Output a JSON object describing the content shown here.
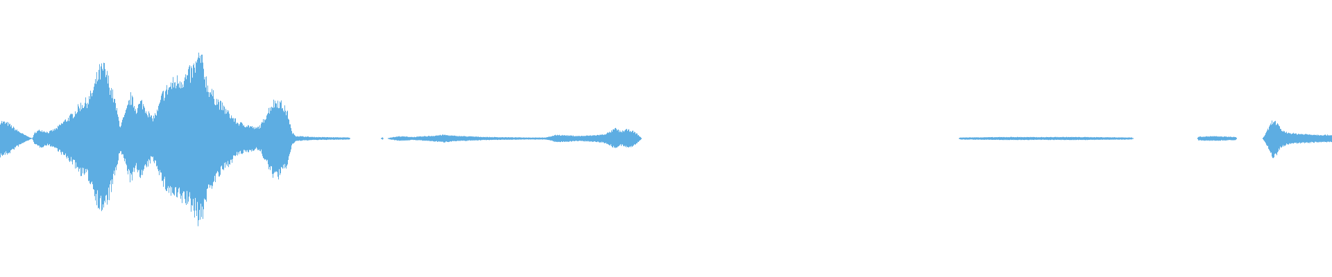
{
  "waveform": {
    "color": "#5dade2",
    "background": "#ffffff",
    "amplitude_envelope": [
      [
        0.0,
        0.14
      ],
      [
        0.006,
        0.12
      ],
      [
        0.012,
        0.07
      ],
      [
        0.018,
        0.03
      ],
      [
        0.022,
        0.01
      ],
      [
        0.024,
        0.0
      ],
      [
        0.026,
        0.05
      ],
      [
        0.03,
        0.07
      ],
      [
        0.036,
        0.05
      ],
      [
        0.042,
        0.08
      ],
      [
        0.048,
        0.14
      ],
      [
        0.054,
        0.19
      ],
      [
        0.06,
        0.27
      ],
      [
        0.066,
        0.31
      ],
      [
        0.07,
        0.4
      ],
      [
        0.074,
        0.54
      ],
      [
        0.078,
        0.57
      ],
      [
        0.082,
        0.45
      ],
      [
        0.086,
        0.3
      ],
      [
        0.09,
        0.1
      ],
      [
        0.094,
        0.2
      ],
      [
        0.098,
        0.34
      ],
      [
        0.102,
        0.24
      ],
      [
        0.106,
        0.3
      ],
      [
        0.11,
        0.23
      ],
      [
        0.114,
        0.16
      ],
      [
        0.118,
        0.22
      ],
      [
        0.122,
        0.36
      ],
      [
        0.128,
        0.44
      ],
      [
        0.134,
        0.48
      ],
      [
        0.14,
        0.5
      ],
      [
        0.146,
        0.58
      ],
      [
        0.15,
        0.67
      ],
      [
        0.153,
        0.56
      ],
      [
        0.156,
        0.42
      ],
      [
        0.16,
        0.35
      ],
      [
        0.166,
        0.27
      ],
      [
        0.172,
        0.2
      ],
      [
        0.178,
        0.13
      ],
      [
        0.184,
        0.11
      ],
      [
        0.188,
        0.1
      ],
      [
        0.192,
        0.08
      ],
      [
        0.196,
        0.11
      ],
      [
        0.2,
        0.2
      ],
      [
        0.204,
        0.28
      ],
      [
        0.208,
        0.31
      ],
      [
        0.212,
        0.27
      ],
      [
        0.216,
        0.2
      ],
      [
        0.219,
        0.05
      ],
      [
        0.222,
        0.02
      ],
      [
        0.235,
        0.012
      ],
      [
        0.262,
        0.008
      ],
      [
        0.263,
        0.0
      ],
      [
        0.286,
        0.0
      ],
      [
        0.287,
        0.01
      ],
      [
        0.288,
        0.0
      ],
      [
        0.291,
        0.0
      ],
      [
        0.293,
        0.008
      ],
      [
        0.3,
        0.018
      ],
      [
        0.31,
        0.012
      ],
      [
        0.325,
        0.022
      ],
      [
        0.333,
        0.03
      ],
      [
        0.34,
        0.022
      ],
      [
        0.35,
        0.018
      ],
      [
        0.365,
        0.012
      ],
      [
        0.38,
        0.01
      ],
      [
        0.395,
        0.008
      ],
      [
        0.41,
        0.008
      ],
      [
        0.418,
        0.03
      ],
      [
        0.425,
        0.025
      ],
      [
        0.435,
        0.02
      ],
      [
        0.445,
        0.025
      ],
      [
        0.453,
        0.032
      ],
      [
        0.458,
        0.052
      ],
      [
        0.462,
        0.08
      ],
      [
        0.466,
        0.055
      ],
      [
        0.47,
        0.07
      ],
      [
        0.474,
        0.065
      ],
      [
        0.478,
        0.04
      ],
      [
        0.481,
        0.01
      ],
      [
        0.482,
        0.0
      ],
      [
        0.72,
        0.0
      ],
      [
        0.721,
        0.008
      ],
      [
        0.74,
        0.01
      ],
      [
        0.76,
        0.012
      ],
      [
        0.78,
        0.011
      ],
      [
        0.8,
        0.012
      ],
      [
        0.82,
        0.011
      ],
      [
        0.84,
        0.009
      ],
      [
        0.85,
        0.008
      ],
      [
        0.851,
        0.0
      ],
      [
        0.899,
        0.0
      ],
      [
        0.9,
        0.015
      ],
      [
        0.91,
        0.018
      ],
      [
        0.92,
        0.015
      ],
      [
        0.928,
        0.012
      ],
      [
        0.929,
        0.0
      ],
      [
        0.948,
        0.0
      ],
      [
        0.95,
        0.03
      ],
      [
        0.953,
        0.09
      ],
      [
        0.956,
        0.15
      ],
      [
        0.959,
        0.12
      ],
      [
        0.962,
        0.07
      ],
      [
        0.966,
        0.05
      ],
      [
        0.972,
        0.04
      ],
      [
        0.98,
        0.035
      ],
      [
        0.99,
        0.03
      ],
      [
        1.0,
        0.028
      ]
    ]
  }
}
